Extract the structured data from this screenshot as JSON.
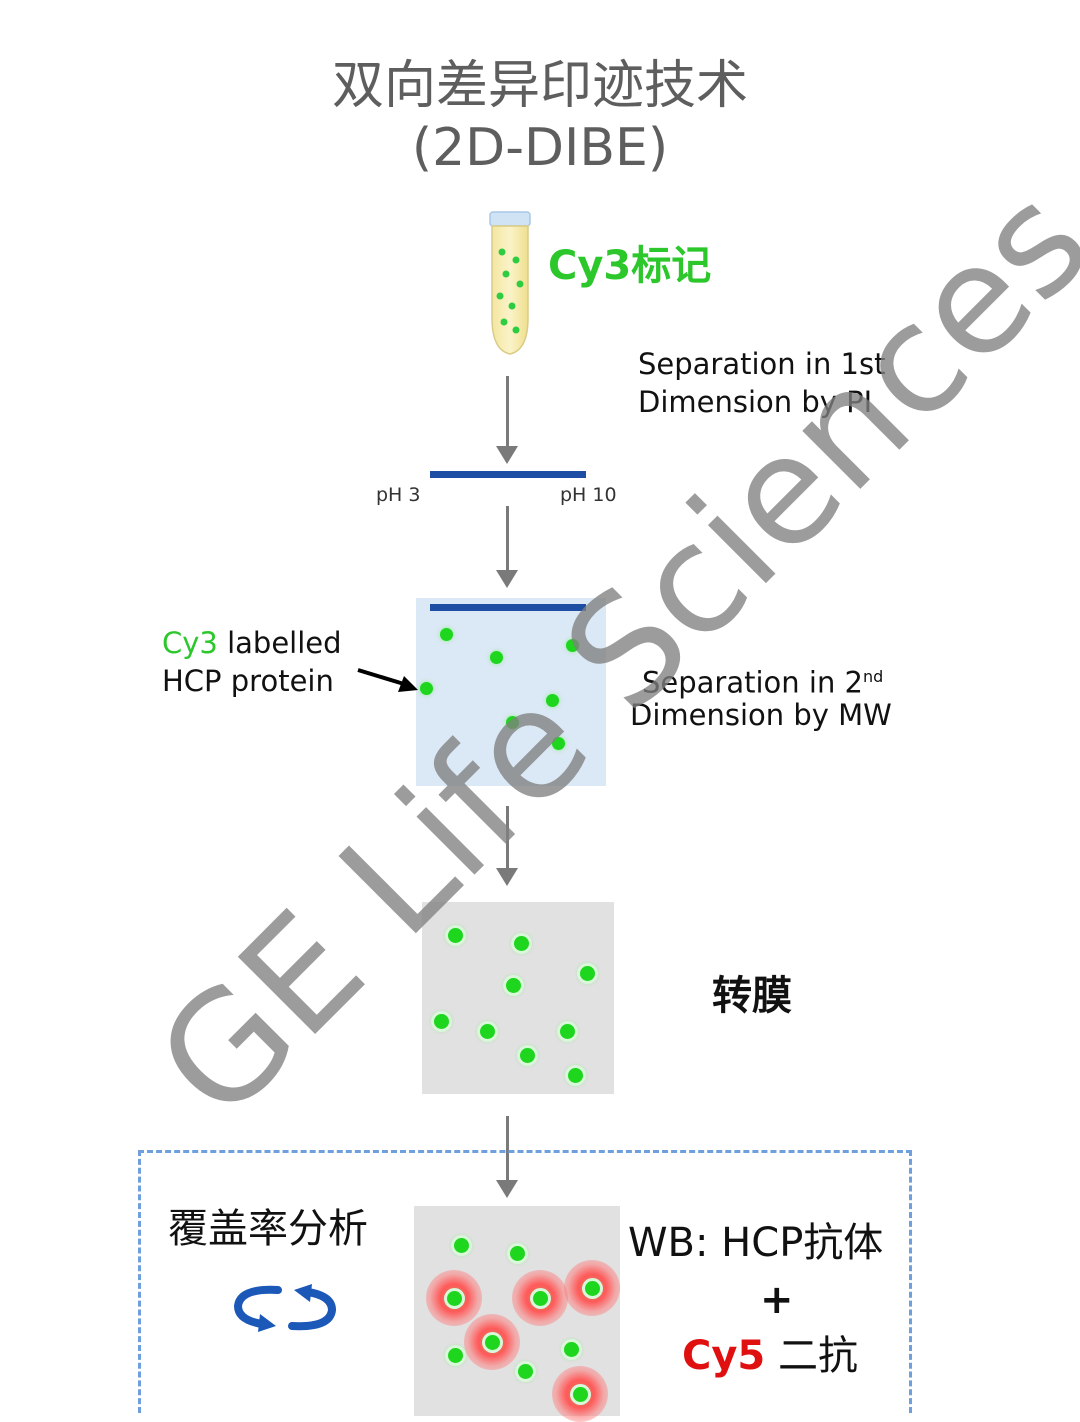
{
  "title": {
    "line1": "双向差异印迹技术",
    "line2": "(2D-DIBE)"
  },
  "tube_label": "Cy3标记",
  "step1": {
    "line1": "Separation in 1st",
    "line2": "Dimension by PI"
  },
  "strip": {
    "left": "pH 3",
    "right": "pH 10"
  },
  "protein_label": {
    "cy3": "Cy3",
    "rest": " labelled",
    "line2": "HCP protein"
  },
  "step2": {
    "line1": "Separation in 2",
    "sup": "nd",
    "line2": "Dimension by MW"
  },
  "transfer_label": "转膜",
  "coverage_label": "覆盖率分析",
  "wb": {
    "line1": "WB: HCP抗体",
    "plus": "+",
    "cy5": "Cy5",
    "rest": " 二抗"
  },
  "watermark": "GE Life Sciences",
  "colors": {
    "cy3_green": "#2bc72b",
    "cy5_red": "#e01010",
    "strip_blue": "#1d4ea3",
    "dashed_blue": "#6f9fdc"
  },
  "icons": {
    "cycle": "blue-cycle-arrows-icon",
    "pointer": "black-arrow-icon"
  }
}
